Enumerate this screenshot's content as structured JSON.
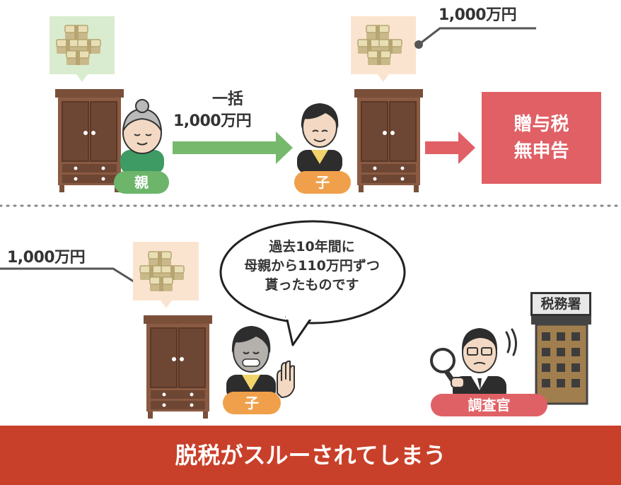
{
  "colors": {
    "green": "#6db56b",
    "orange": "#f0a04b",
    "red": "#e06165",
    "banner": "#c9402a",
    "wood": "#7a4f3a",
    "money_tint_green": "#d9eccf",
    "money_tint_orange": "#fbe4cf"
  },
  "top": {
    "parent_label": "親",
    "child_label": "子",
    "transfer": {
      "line1": "一括",
      "line2": "1,000万円"
    },
    "amount": "1,000万円",
    "result": {
      "line1": "贈与税",
      "line2": "無申告"
    }
  },
  "bottom": {
    "amount": "1,000万円",
    "speech": {
      "line1": "過去10年間に",
      "line2": "母親から110万円ずつ",
      "line3": "貰ったものです"
    },
    "child_label": "子",
    "office_sign": "税務署",
    "inspector_label": "調査官",
    "banner": "脱税がスルーされてしまう"
  },
  "icons": [
    "cabinet-icon",
    "money-stack-icon",
    "grandmother-icon",
    "child-icon",
    "arrow-right-icon",
    "speech-bubble-icon",
    "tax-office-building-icon",
    "inspector-icon",
    "magnifier-icon",
    "waving-hand-icon"
  ]
}
